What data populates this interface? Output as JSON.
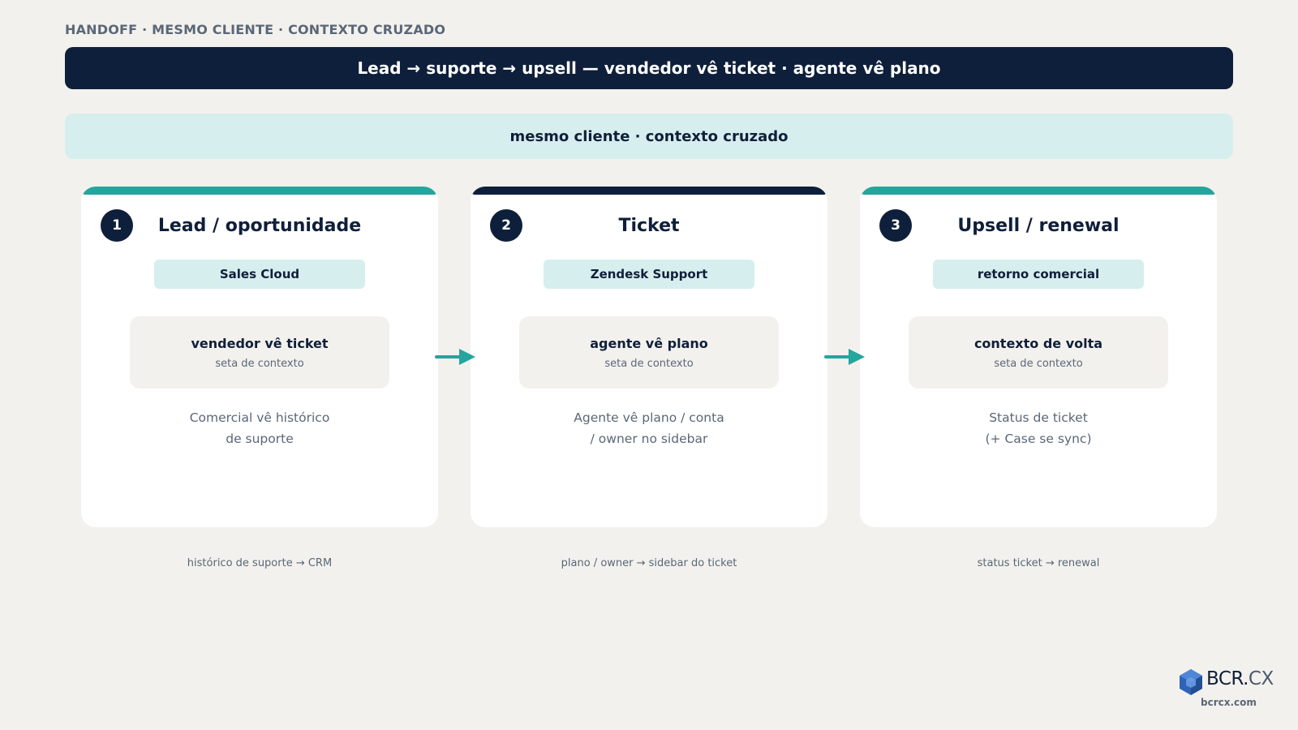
{
  "header": {
    "kicker": "HANDOFF · MESMO CLIENTE · CONTEXTO CRUZADO",
    "banner": "Lead → suporte → upsell — vendedor vê ticket · agente vê plano",
    "subbanner": "mesmo cliente · contexto cruzado"
  },
  "steps": [
    {
      "number": "1",
      "title": "Lead / oportunidade",
      "chip": "Sales Cloud",
      "box_title": "vendedor vê ticket",
      "box_sub": "seta de contexto",
      "desc_line1": "Comercial vê histórico",
      "desc_line2": "de suporte",
      "footer": "histórico de suporte → CRM",
      "accent": "#22a69d"
    },
    {
      "number": "2",
      "title": "Ticket",
      "chip": "Zendesk Support",
      "box_title": "agente vê plano",
      "box_sub": "seta de contexto",
      "desc_line1": "Agente vê plano / conta",
      "desc_line2": "/ owner no sidebar",
      "footer": "plano / owner → sidebar do ticket",
      "accent": "#0e1f3b"
    },
    {
      "number": "3",
      "title": "Upsell / renewal",
      "chip": "retorno comercial",
      "box_title": "contexto de volta",
      "box_sub": "seta de contexto",
      "desc_line1": "Status de ticket",
      "desc_line2": "(+ Case se sync)",
      "footer": "status ticket → renewal",
      "accent": "#22a69d"
    }
  ],
  "logo": {
    "brand_main": "BCR.",
    "brand_accent": "CX",
    "url": "bcrcx.com"
  },
  "colors": {
    "navy": "#0e1f3b",
    "teal": "#22a69d",
    "light_teal": "#d6eeee",
    "background": "#f3f1ed"
  }
}
